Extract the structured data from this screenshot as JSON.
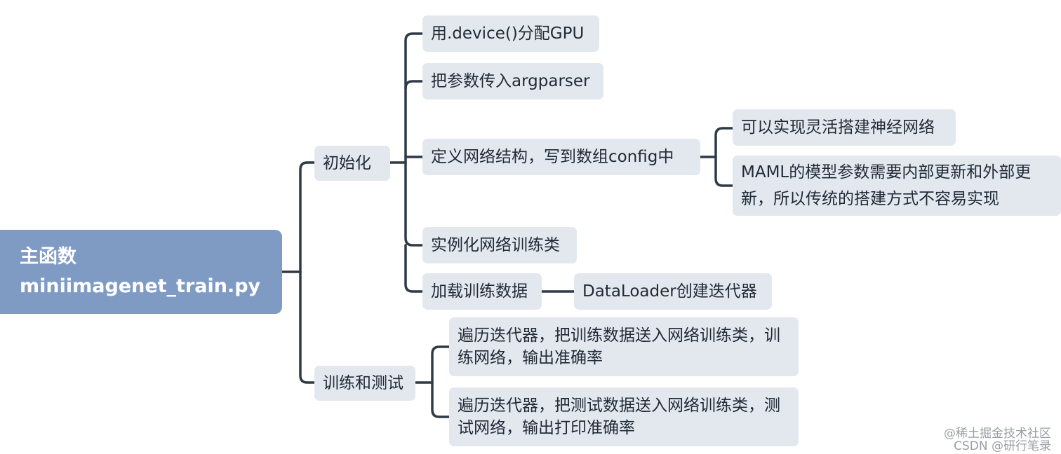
{
  "root": {
    "line1": "主函数",
    "line2": "miniimagenet_train.py"
  },
  "branches": {
    "init": {
      "label": "初始化",
      "children": {
        "device": "用.device()分配GPU",
        "argparser": "把参数传入argparser",
        "config": "定义网络结构，写到数组config中",
        "config_notes": {
          "flexible": "可以实现灵活搭建神经网络",
          "maml": "MAML的模型参数需要内部更新和外部更新，所以传统的搭建方式不容易实现"
        },
        "instance": "实例化网络训练类",
        "load": "加载训练数据",
        "dataloader": "DataLoader创建迭代器"
      }
    },
    "train_test": {
      "label": "训练和测试",
      "children": {
        "train": "遍历迭代器，把训练数据送入网络训练类，训练网络，输出准确率",
        "test": "遍历迭代器，把测试数据送入网络训练类，测试网络，输出打印准确率"
      }
    }
  },
  "watermark": {
    "line1": "@稀土掘金技术社区",
    "line2": "CSDN @研行笔录"
  },
  "colors": {
    "root_bg": "#7f9bc4",
    "node_bg": "#e3e8ef",
    "connector": "#2f3a47"
  }
}
